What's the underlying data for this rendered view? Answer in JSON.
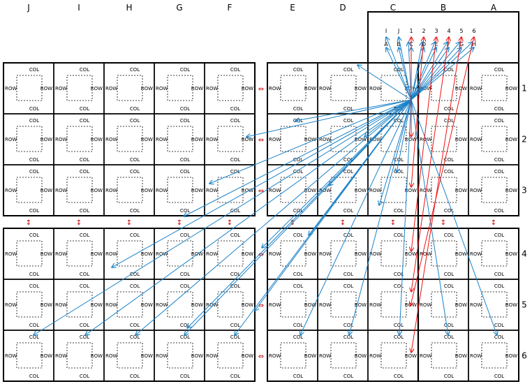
{
  "column_headers": [
    "J",
    "I",
    "H",
    "G",
    "F",
    "E",
    "D",
    "C",
    "B",
    "A"
  ],
  "row_headers": [
    "1",
    "2",
    "3",
    "4",
    "5",
    "6"
  ],
  "cell": {
    "top_label": "COL",
    "bottom_label": "COL",
    "left_label": "ROW",
    "right_label": "ROW"
  },
  "h_link_symbol": "⇔",
  "v_link_symbol": "↕",
  "connector": {
    "top_pins": [
      "I",
      "J",
      "1",
      "2",
      "3",
      "4",
      "5",
      "6"
    ],
    "bottom_pins": [
      "A",
      "B",
      "C",
      "D",
      "E",
      "F",
      "G",
      "H"
    ]
  },
  "colors": {
    "blue_wire": "#1a82c8",
    "red_wire": "#ee1111",
    "link_symbol": "#cc0000"
  }
}
